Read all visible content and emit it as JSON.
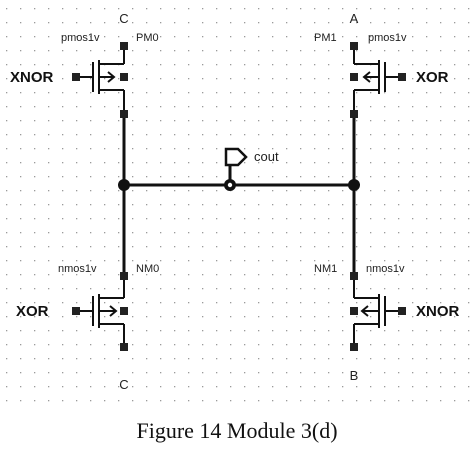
{
  "caption": "Figure 14 Module 3(d)",
  "colors": {
    "wire": "#111111",
    "grid": "#9a9a9a",
    "pin": "#222222",
    "label": "#222222"
  },
  "transistors": [
    {
      "id": "pm0",
      "name": "PM0",
      "model": "pmos1v",
      "gate": "XNOR",
      "terminal": "C"
    },
    {
      "id": "pm1",
      "name": "PM1",
      "model": "pmos1v",
      "gate": "XOR",
      "terminal": "A"
    },
    {
      "id": "nm0",
      "name": "NM0",
      "model": "nmos1v",
      "gate": "XOR",
      "terminal": "C"
    },
    {
      "id": "nm1",
      "name": "NM1",
      "model": "nmos1v",
      "gate": "XNOR",
      "terminal": "B"
    }
  ],
  "output_pin": {
    "label": "cout",
    "icon": "output-pin-icon"
  }
}
